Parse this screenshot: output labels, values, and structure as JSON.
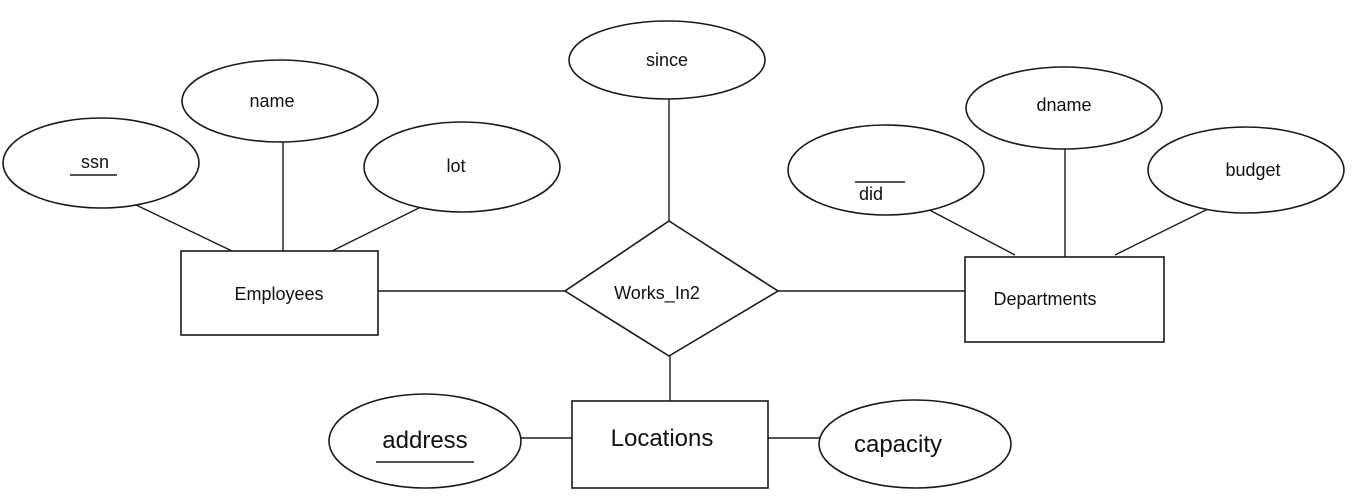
{
  "diagram": {
    "entities": {
      "employees": "Employees",
      "departments": "Departments",
      "locations": "Locations"
    },
    "relationship": "Works_In2",
    "attributes": {
      "ssn": "ssn",
      "name": "name",
      "lot": "lot",
      "since": "since",
      "did": "did",
      "dname": "dname",
      "budget": "budget",
      "address": "address",
      "capacity": "capacity"
    }
  }
}
